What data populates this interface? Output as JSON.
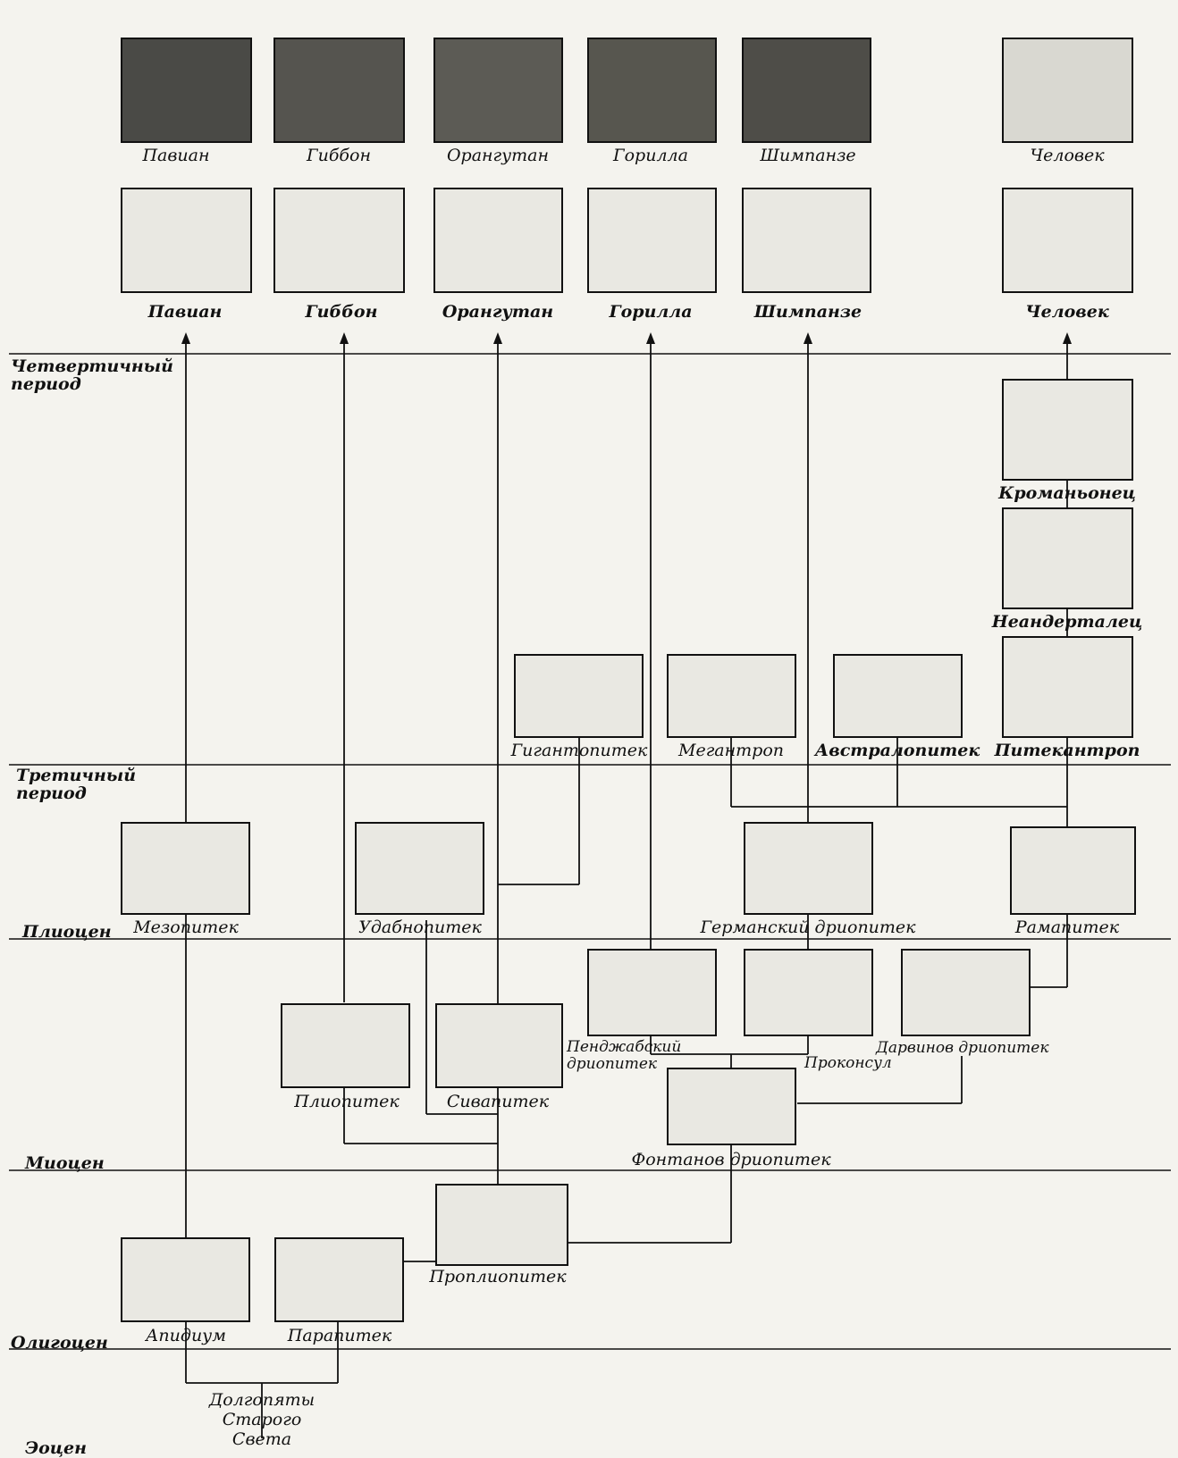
{
  "periods": {
    "quaternary": "Четвертичный период",
    "tertiary": "Третичный период",
    "pliocene": "Плиоцен",
    "miocene": "Миоцен",
    "oligocene": "Олигоцен",
    "eocene": "Эоцен"
  },
  "living_heads": [
    "Павиан",
    "Гиббон",
    "Орангутан",
    "Горилла",
    "Шимпанзе",
    "Человек"
  ],
  "living_skulls": [
    "Павиан",
    "Гиббон",
    "Орангутан",
    "Горилла",
    "Шимпанзе",
    "Человек"
  ],
  "fossils": {
    "cromagnon": "Кроманьонец",
    "neanderthal": "Неандерталец",
    "pithecanthropus": "Питекантроп",
    "gigantopithecus": "Гигантопитек",
    "meganthropus": "Мегантроп",
    "australopithecus": "Австралопитек",
    "mesopithecus": "Мезопитек",
    "udabnopithecus": "Удабнопитек",
    "germanic_dryopithecus": "Германский дриопитек",
    "ramapithecus": "Рамапитек",
    "punjab_dryopithecus": "Пенджабский дриопитек",
    "proconsul": "Проконсул",
    "darwin_dryopithecus": "Дарвинов дриопитек",
    "pliopithecus": "Плиопитек",
    "sivapithecus": "Сивапитек",
    "fontan_dryopithecus": "Фонтанов дриопитек",
    "propliopithecus": "Проплиопитек",
    "apidium": "Апидиум",
    "parapithecus": "Парапитек",
    "old_world_tarsiers": "Долгопяты Старого Света"
  }
}
